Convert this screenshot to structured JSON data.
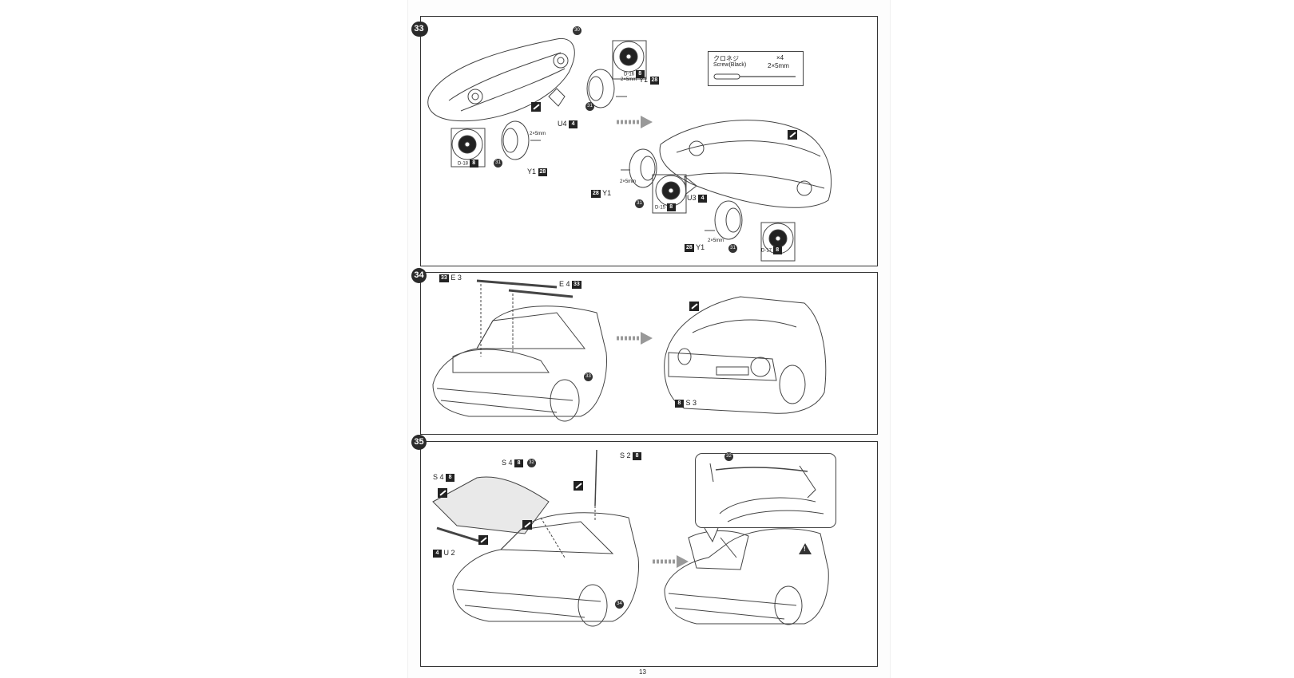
{
  "steps": {
    "s33": "33",
    "s34": "34",
    "s35": "35"
  },
  "screw_box": {
    "jp": "クロネジ",
    "en": "Screw(Black)",
    "qty": "×4",
    "size": "2×5mm"
  },
  "step33": {
    "part_30": "30",
    "d16": "D-16",
    "d16_sprue": "8",
    "d18": "D-18",
    "d18_sprue": "8",
    "d15": "D-15",
    "d15_sprue": "8",
    "d17": "D-17",
    "d17_sprue": "8",
    "y1": "Y1",
    "y1_sprue": "28",
    "screw": "2×5mm",
    "u4": "U4",
    "u4_sprue": "4",
    "u3": "U3",
    "u3_sprue": "4",
    "part_31": "31"
  },
  "step34": {
    "e3": "E 3",
    "e3_sprue": "33",
    "e4": "E 4",
    "e4_sprue": "33",
    "s3": "S 3",
    "s3_sprue": "8",
    "part_33": "33"
  },
  "step35": {
    "s4": "S 4",
    "s4_sprue": "8",
    "s2": "S 2",
    "s2_sprue": "8",
    "u2": "U 2",
    "u2_sprue": "4",
    "part_32": "32",
    "part_34": "34"
  },
  "page_number": "13"
}
